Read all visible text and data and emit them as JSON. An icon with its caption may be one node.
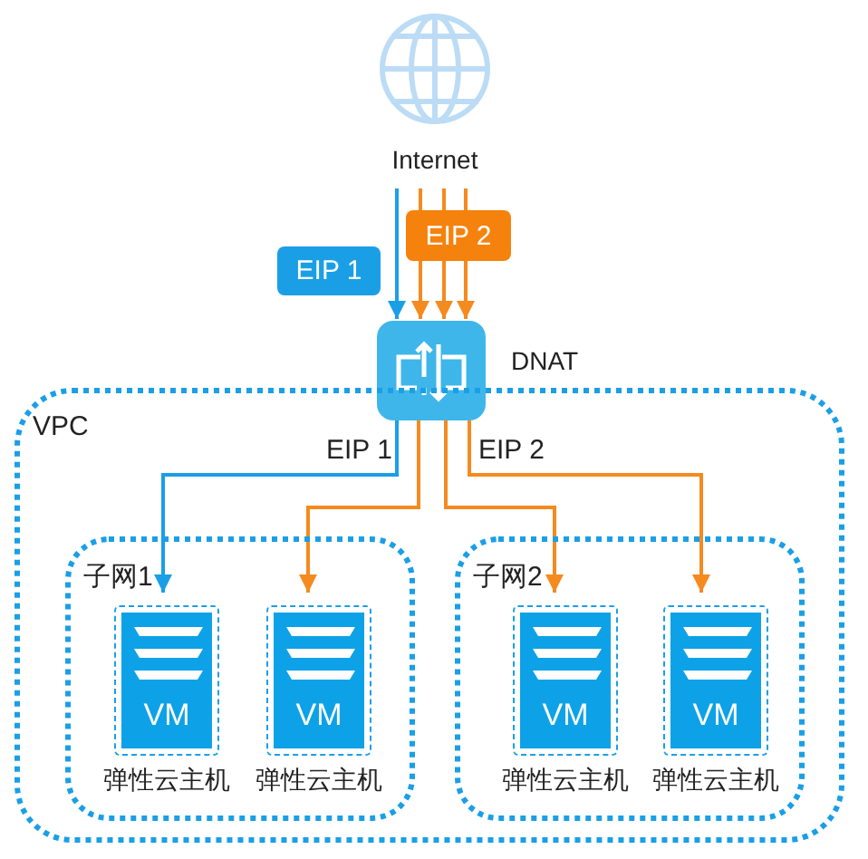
{
  "diagram": {
    "nodes": [
      {
        "text": [
          "Internet"
        ]
      },
      {
        "text": [],
        "shape": "box",
        "beside": [
          "DNAT"
        ]
      },
      {
        "text": [
          "VPC"
        ]
      },
      {
        "text": [
          "子网1"
        ],
        "in": 2
      },
      {
        "text": [
          "VM",
          "弹性云主机"
        ],
        "in": 3
      },
      {
        "text": [
          "VM",
          "弹性云主机"
        ],
        "in": 3
      },
      {
        "text": [
          "子网2"
        ],
        "in": 2
      },
      {
        "text": [
          "VM",
          "弹性云主机"
        ],
        "in": 6
      },
      {
        "text": [
          "VM",
          "弹性云主机"
        ],
        "in": 6
      }
    ],
    "edges": [
      {
        "from": 0,
        "to": 1,
        "arrow": "to",
        "color": "#1a9fe6",
        "label": "EIP 1"
      },
      {
        "from": 0,
        "to": 1,
        "arrow": "to"
      },
      {
        "from": 0,
        "to": 1,
        "arrow": "to",
        "label": "EIP 2"
      },
      {
        "from": 0,
        "to": 1,
        "arrow": "to"
      },
      {
        "from": 1,
        "to": 4,
        "arrow": "to",
        "color": "#1a9fe6"
      },
      {
        "from": 1,
        "to": 5,
        "arrow": "to"
      },
      {
        "from": 1,
        "to": 7,
        "arrow": "to"
      },
      {
        "from": 1,
        "to": 8,
        "arrow": "to"
      }
    ],
    "labels": [
      "EIP 1",
      "EIP 2"
    ]
  }
}
